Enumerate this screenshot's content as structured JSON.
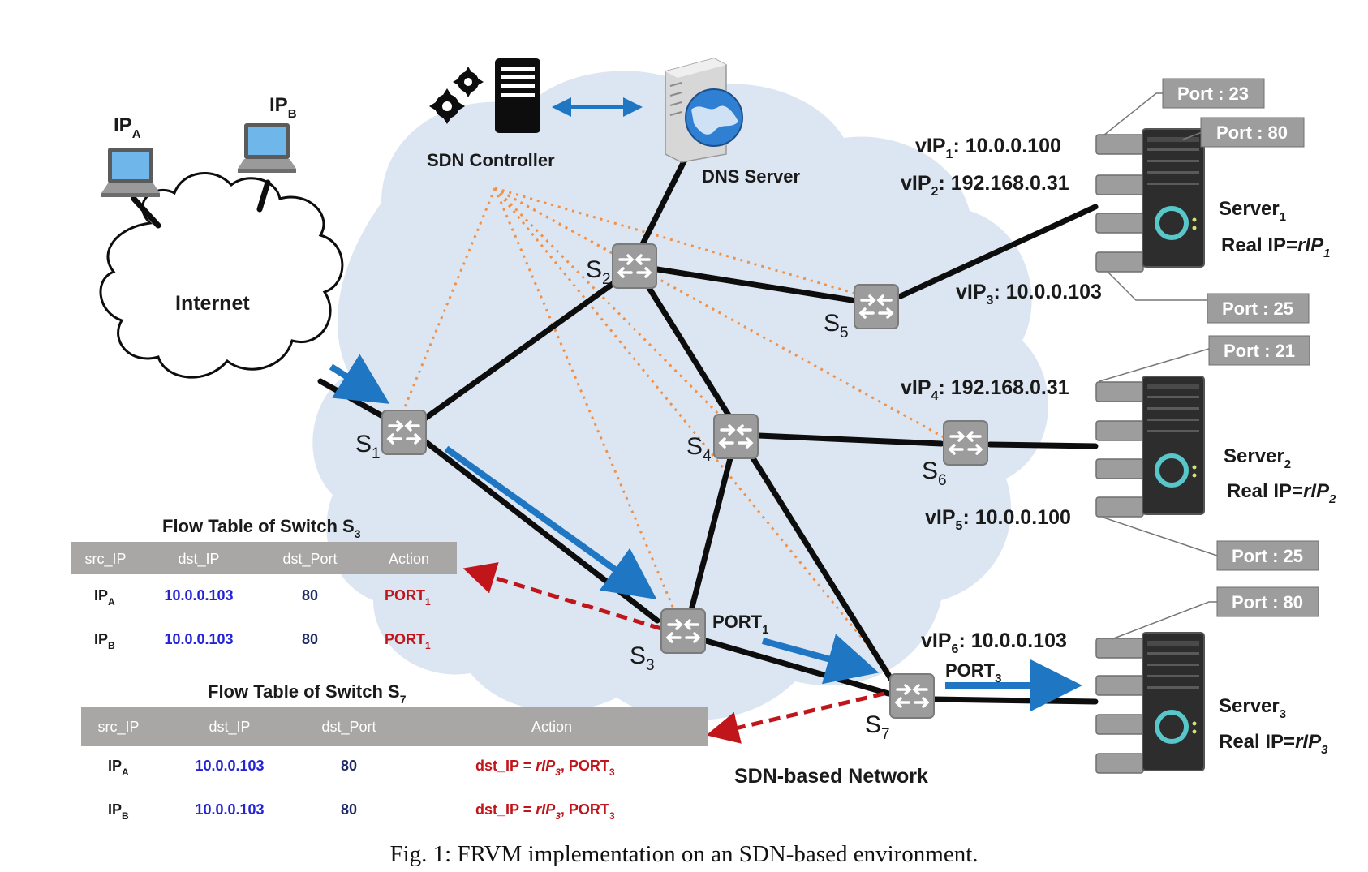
{
  "colors": {
    "cloud_fill": "#dce6f2",
    "link": "#0d0d0d",
    "control_link": "#f0914a",
    "flow_arrow": "#1f77c4",
    "return_arrow": "#c0151b",
    "table_header": "#a9a6a6",
    "ip_blue": "#2424d6",
    "port_navy": "#1f2a66",
    "action_red": "#c0151b",
    "switch": "#9c9c9c",
    "server": "#2d2d2d"
  },
  "icons": {
    "controller": "server-tower-with-gears-icon",
    "dns": "server-with-globe-icon",
    "host": "laptop-icon",
    "switch": "switch-arrows-icon",
    "server": "server-tower-icon",
    "internet": "cloud-icon"
  },
  "labels": {
    "ipa": {
      "main": "IP",
      "sub": "A"
    },
    "ipb": {
      "main": "IP",
      "sub": "B"
    },
    "internet": "Internet",
    "sdn_controller": "SDN Controller",
    "dns_server": "DNS Server",
    "network": "SDN-based  Network",
    "port1": {
      "main": "PORT",
      "sub": "1"
    },
    "port3": {
      "main": "PORT",
      "sub": "3"
    }
  },
  "switches": [
    {
      "id": "s1",
      "main": "S",
      "sub": "1"
    },
    {
      "id": "s2",
      "main": "S",
      "sub": "2"
    },
    {
      "id": "s3",
      "main": "S",
      "sub": "3"
    },
    {
      "id": "s4",
      "main": "S",
      "sub": "4"
    },
    {
      "id": "s5",
      "main": "S",
      "sub": "5"
    },
    {
      "id": "s6",
      "main": "S",
      "sub": "6"
    },
    {
      "id": "s7",
      "main": "S",
      "sub": "7"
    }
  ],
  "vips": [
    {
      "pre": "vIP",
      "sub": "1",
      "val": ": 10.0.0.100"
    },
    {
      "pre": "vIP",
      "sub": "2",
      "val": ": 192.168.0.31"
    },
    {
      "pre": "vIP",
      "sub": "3",
      "val": ": 10.0.0.103"
    },
    {
      "pre": "vIP",
      "sub": "4",
      "val": ": 192.168.0.31"
    },
    {
      "pre": "vIP",
      "sub": "5",
      "val": ": 10.0.0.100"
    },
    {
      "pre": "vIP",
      "sub": "6",
      "val": ": 10.0.0.103"
    }
  ],
  "servers": [
    {
      "name": "Server",
      "sub": "1",
      "real_pre": "Real IP=",
      "real_val": "rIP",
      "real_sub": "1"
    },
    {
      "name": "Server",
      "sub": "2",
      "real_pre": "Real IP=",
      "real_val": "rIP",
      "real_sub": "2"
    },
    {
      "name": "Server",
      "sub": "3",
      "real_pre": "Real IP=",
      "real_val": "rIP",
      "real_sub": "3"
    }
  ],
  "ports": [
    "Port : 23",
    "Port : 80",
    "Port : 25",
    "Port : 21",
    "Port : 25",
    "Port : 80"
  ],
  "table_s3": {
    "title_main": "Flow Table of Switch  S",
    "title_sub": "3",
    "headers": [
      "src_IP",
      "dst_IP",
      "dst_Port",
      "Action"
    ],
    "rows": [
      {
        "src": "IP",
        "src_sub": "A",
        "dst": "10.0.0.103",
        "port": "80",
        "action": "PORT",
        "action_sub": "1"
      },
      {
        "src": "IP",
        "src_sub": "B",
        "dst": "10.0.0.103",
        "port": "80",
        "action": "PORT",
        "action_sub": "1"
      }
    ]
  },
  "table_s7": {
    "title_main": "Flow Table of Switch  S",
    "title_sub": "7",
    "headers": [
      "src_IP",
      "dst_IP",
      "dst_Port",
      "Action"
    ],
    "rows": [
      {
        "src": "IP",
        "src_sub": "A",
        "dst": "10.0.0.103",
        "port": "80",
        "action_a": "dst_IP = ",
        "action_b": "rIP",
        "action_c": "3",
        "action_d": ", PORT",
        "action_e": "3"
      },
      {
        "src": "IP",
        "src_sub": "B",
        "dst": "10.0.0.103",
        "port": "80",
        "action_a": "dst_IP = ",
        "action_b": "rIP",
        "action_c": "3",
        "action_d": ", PORT",
        "action_e": "3"
      }
    ]
  },
  "caption": "Fig. 1: FRVM implementation on an SDN-based environment."
}
